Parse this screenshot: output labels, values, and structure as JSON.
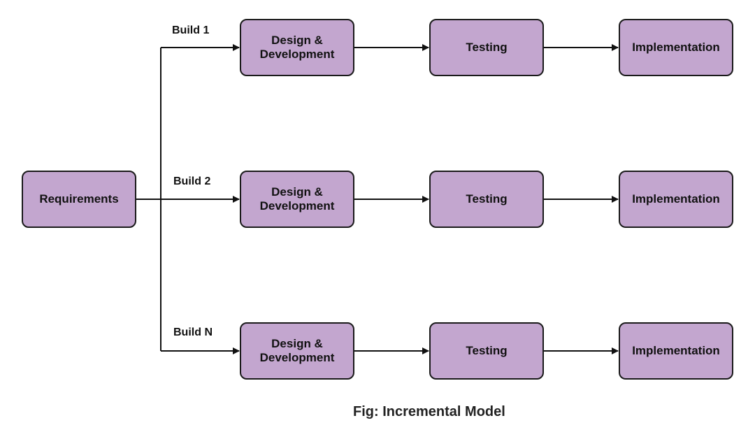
{
  "colors": {
    "node_fill": "#c3a6cf",
    "node_border": "#1a1a1a",
    "line": "#111111"
  },
  "requirements": {
    "label": "Requirements"
  },
  "builds": [
    {
      "label": "Build 1",
      "stages": {
        "design_line1": "Design &",
        "design_line2": "Development",
        "testing": "Testing",
        "implementation": "Implementation"
      }
    },
    {
      "label": "Build 2",
      "stages": {
        "design_line1": "Design &",
        "design_line2": "Development",
        "testing": "Testing",
        "implementation": "Implementation"
      }
    },
    {
      "label": "Build N",
      "stages": {
        "design_line1": "Design &",
        "design_line2": "Development",
        "testing": "Testing",
        "implementation": "Implementation"
      }
    }
  ],
  "caption": "Fig: Incremental Model"
}
